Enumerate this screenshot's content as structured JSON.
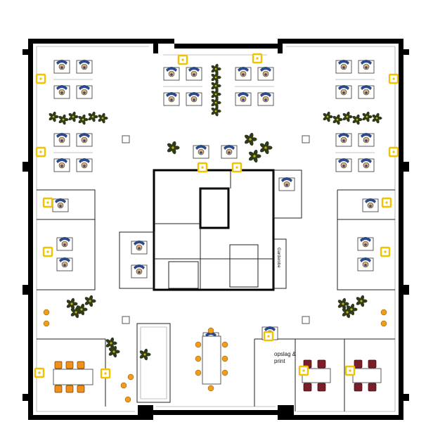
{
  "plan": {
    "labels": {
      "print_room_line1": "opslag &",
      "print_room_line2": "print",
      "garderobe": "Garderobe"
    }
  },
  "colors": {
    "sensor": "#f2c200",
    "meeting_chairs_left": "#f0901a",
    "meeting_chairs_right": "#7a1f2a",
    "workstation_chairs": "#2c4a8a",
    "plants": "#2e3a1a"
  }
}
